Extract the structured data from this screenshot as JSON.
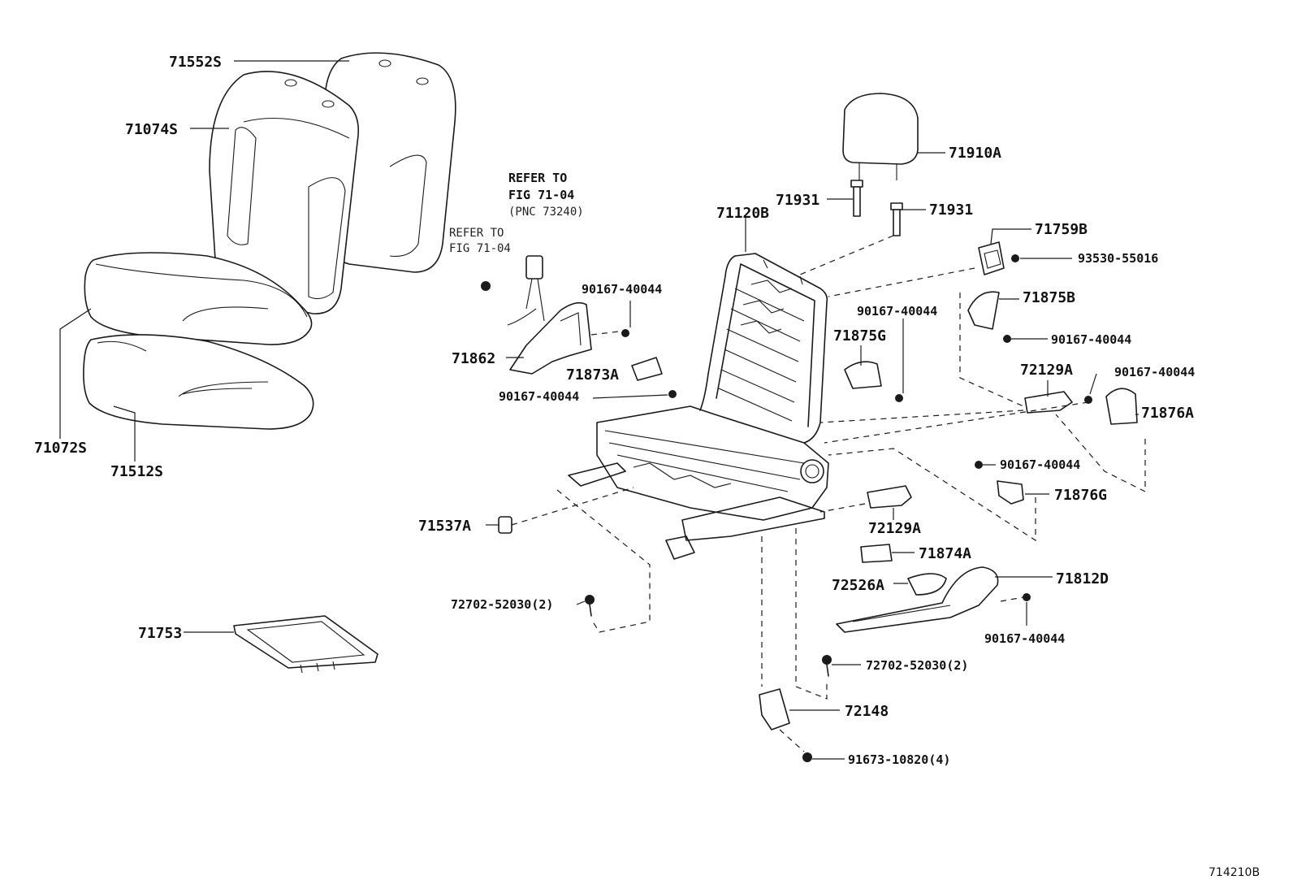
{
  "diagram_code": "714210B",
  "refer_notes": {
    "upper_line1": "REFER TO",
    "upper_line2": "FIG 71-04",
    "upper_line3": "(PNC 73240)",
    "lower_line1": "REFER TO",
    "lower_line2": "FIG  71-04"
  },
  "labels": {
    "p71552S": "71552S",
    "p71074S": "71074S",
    "p71072S": "71072S",
    "p71512S": "71512S",
    "p71537A": "71537A",
    "p71753": "71753",
    "p72702_left": "72702-52030(2)",
    "p71862": "71862",
    "p90167_a": "90167-40044",
    "p71873A": "71873A",
    "p90167_b": "90167-40044",
    "p71910A": "71910A",
    "p71931_a": "71931",
    "p71931_b": "71931",
    "p71120B": "71120B",
    "p71759B": "71759B",
    "p93530": "93530-55016",
    "p71875B": "71875B",
    "p90167_c": "90167-40044",
    "p90167_d": "90167-40044",
    "p71875G": "71875G",
    "p72129A_upper": "72129A",
    "p90167_e": "90167-40044",
    "p71876A": "71876A",
    "p90167_f": "90167-40044",
    "p71876G": "71876G",
    "p72129A_lower": "72129A",
    "p71874A": "71874A",
    "p72526A": "72526A",
    "p71812D": "71812D",
    "p90167_g": "90167-40044",
    "p72702_right": "72702-52030(2)",
    "p72148": "72148",
    "p91673": "91673-10820(4)"
  }
}
